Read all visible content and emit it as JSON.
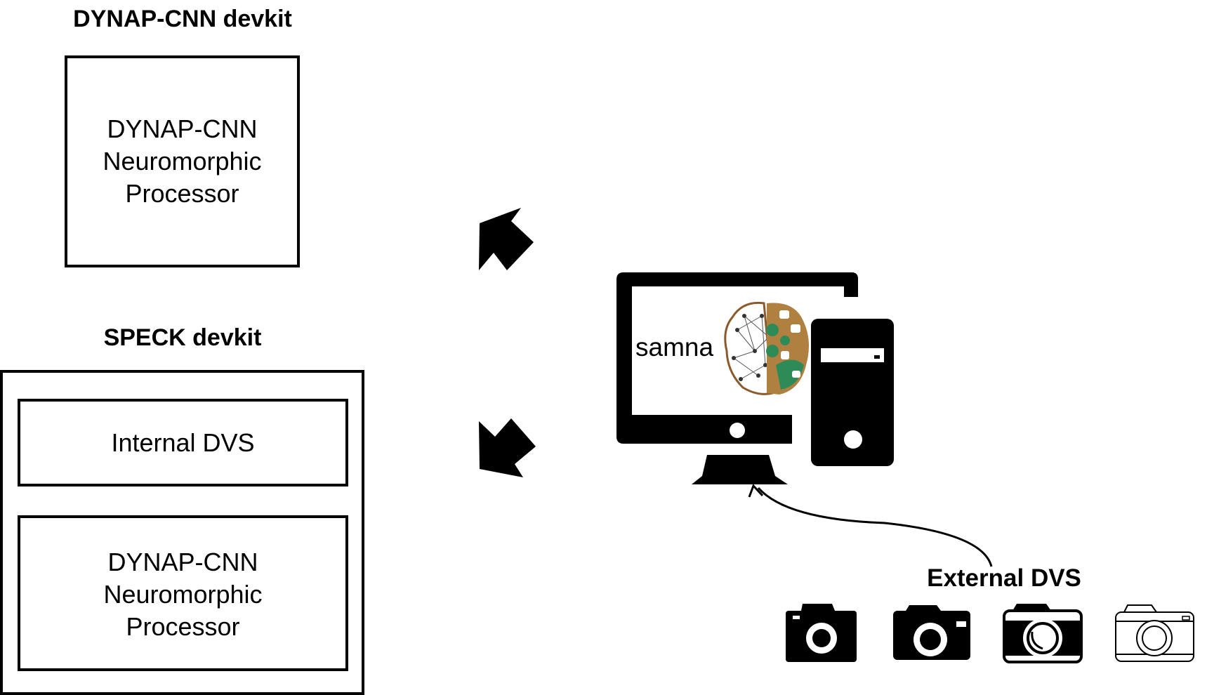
{
  "dynap_cnn_devkit": {
    "title": "DYNAP-CNN devkit",
    "processor_label_lines": [
      "DYNAP-CNN",
      "Neuromorphic",
      "Processor"
    ]
  },
  "speck_devkit": {
    "title": "SPECK devkit",
    "internal_dvs_label": "Internal DVS",
    "processor_label_lines": [
      "DYNAP-CNN",
      "Neuromorphic",
      "Processor"
    ]
  },
  "computer": {
    "screen_text": "samna"
  },
  "external_dvs": {
    "title": "External DVS",
    "cameras": [
      "camera-icon",
      "camera-icon",
      "camera-icon",
      "camera-icon"
    ]
  },
  "arrows": [
    "arrow-to-dynap-cnn-devkit",
    "arrow-to-speck-devkit"
  ],
  "colors": {
    "ink": "#000000",
    "background": "#ffffff",
    "samna_logo_brown": "#8b5a2b",
    "samna_logo_green": "#2e8b57"
  }
}
